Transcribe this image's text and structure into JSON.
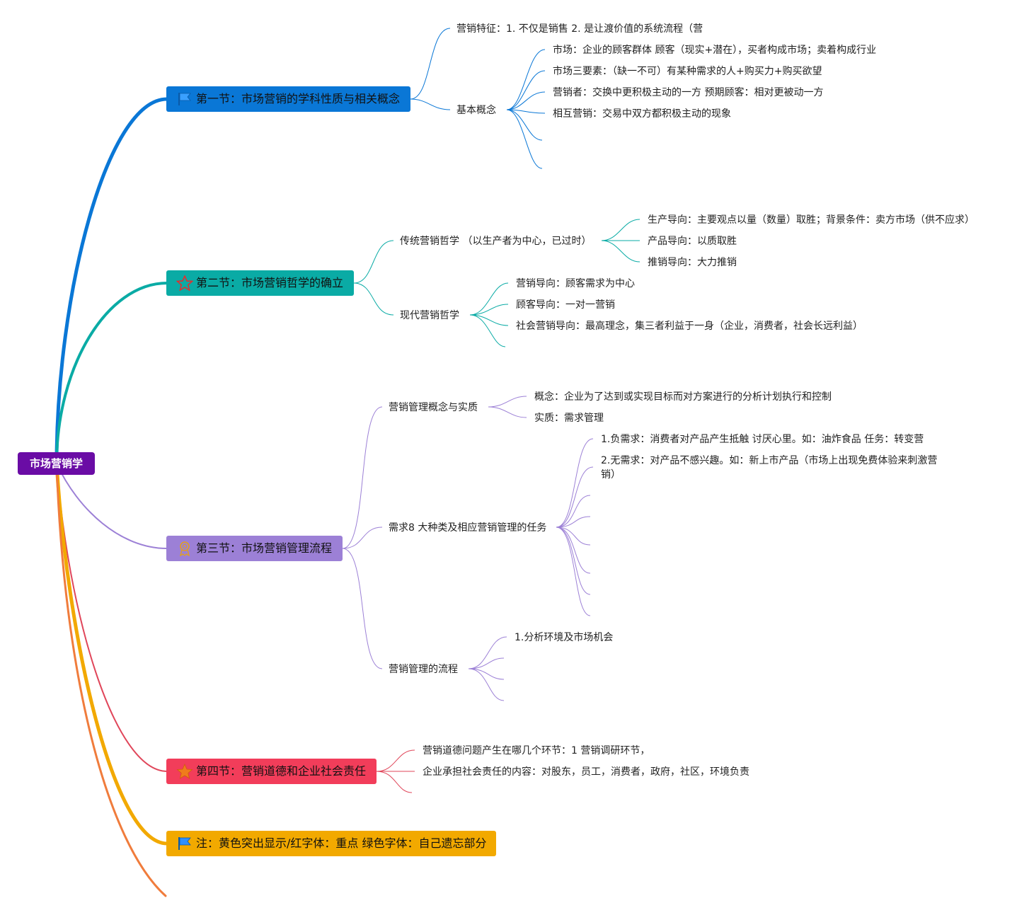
{
  "root": {
    "label": "市场营销学",
    "color": "#6a0ca5"
  },
  "sections": [
    {
      "label": "第一节：市场营销的学科性质与相关概念",
      "color": "#0a77d6",
      "icon": "flag-icon",
      "children": [
        {
          "label": "营销特征：1. 不仅是销售 2. 是让渡价值的系统流程（营",
          "children": []
        },
        {
          "label": "基本概念",
          "children": [
            "市场：企业的顾客群体 顾客（现实+潜在），买者构成市场；卖着构成行业",
            "市场三要素：（缺一不可）有某种需求的人+购买力+购买欲望",
            "营销者：交换中更积极主动的一方 预期顾客：相对更被动一方",
            "相互营销：交易中双方都积极主动的现象"
          ]
        }
      ]
    },
    {
      "label": "第二节：市场营销哲学的确立",
      "color": "#0aaba5",
      "icon": "star-icon",
      "children": [
        {
          "label": "传统营销哲学 （以生产者为中心，已过时）",
          "children": [
            "生产导向：主要观点以量（数量）取胜；背景条件：卖方市场（供不应求）",
            "产品导向：以质取胜",
            "推销导向：大力推销"
          ]
        },
        {
          "label": "现代营销哲学",
          "children": [
            "营销导向：顾客需求为中心",
            "顾客导向：一对一营销",
            "社会营销导向：最高理念，集三者利益于一身（企业，消费者，社会长远利益）"
          ]
        }
      ]
    },
    {
      "label": "第三节：市场营销管理流程",
      "color": "#9c80d6",
      "icon": "award-icon",
      "children": [
        {
          "label": "营销管理概念与实质",
          "children": [
            "概念：企业为了达到或实现目标而对方案进行的分析计划执行和控制",
            "实质：需求管理"
          ]
        },
        {
          "label": "需求8 大种类及相应营销管理的任务",
          "children": [
            "1.负需求：消费者对产品产生抵触 讨厌心里。如：油炸食品 任务：转变营",
            "2.无需求：对产品不感兴趣。如：新上市产品（市场上出现免费体验来刺激营销）"
          ]
        },
        {
          "label": "营销管理的流程",
          "children": [
            "1.分析环境及市场机会"
          ]
        }
      ]
    },
    {
      "label": "第四节：营销道德和企业社会责任",
      "color": "#f23d5a",
      "icon": "star-filled-icon",
      "children": [
        {
          "label": "营销道德问题产生在哪几个环节：1 营销调研环节，",
          "children": []
        },
        {
          "label": "企业承担社会责任的内容：对股东，员工，消费者，政府，社区，环境负责",
          "children": []
        }
      ]
    },
    {
      "label": "注：黄色突出显示/红字体：重点 绿色字体：自己遗忘部分",
      "color": "#f2a900",
      "icon": "flag-icon",
      "children": []
    }
  ],
  "extra_branch_color": "#f07c3c"
}
